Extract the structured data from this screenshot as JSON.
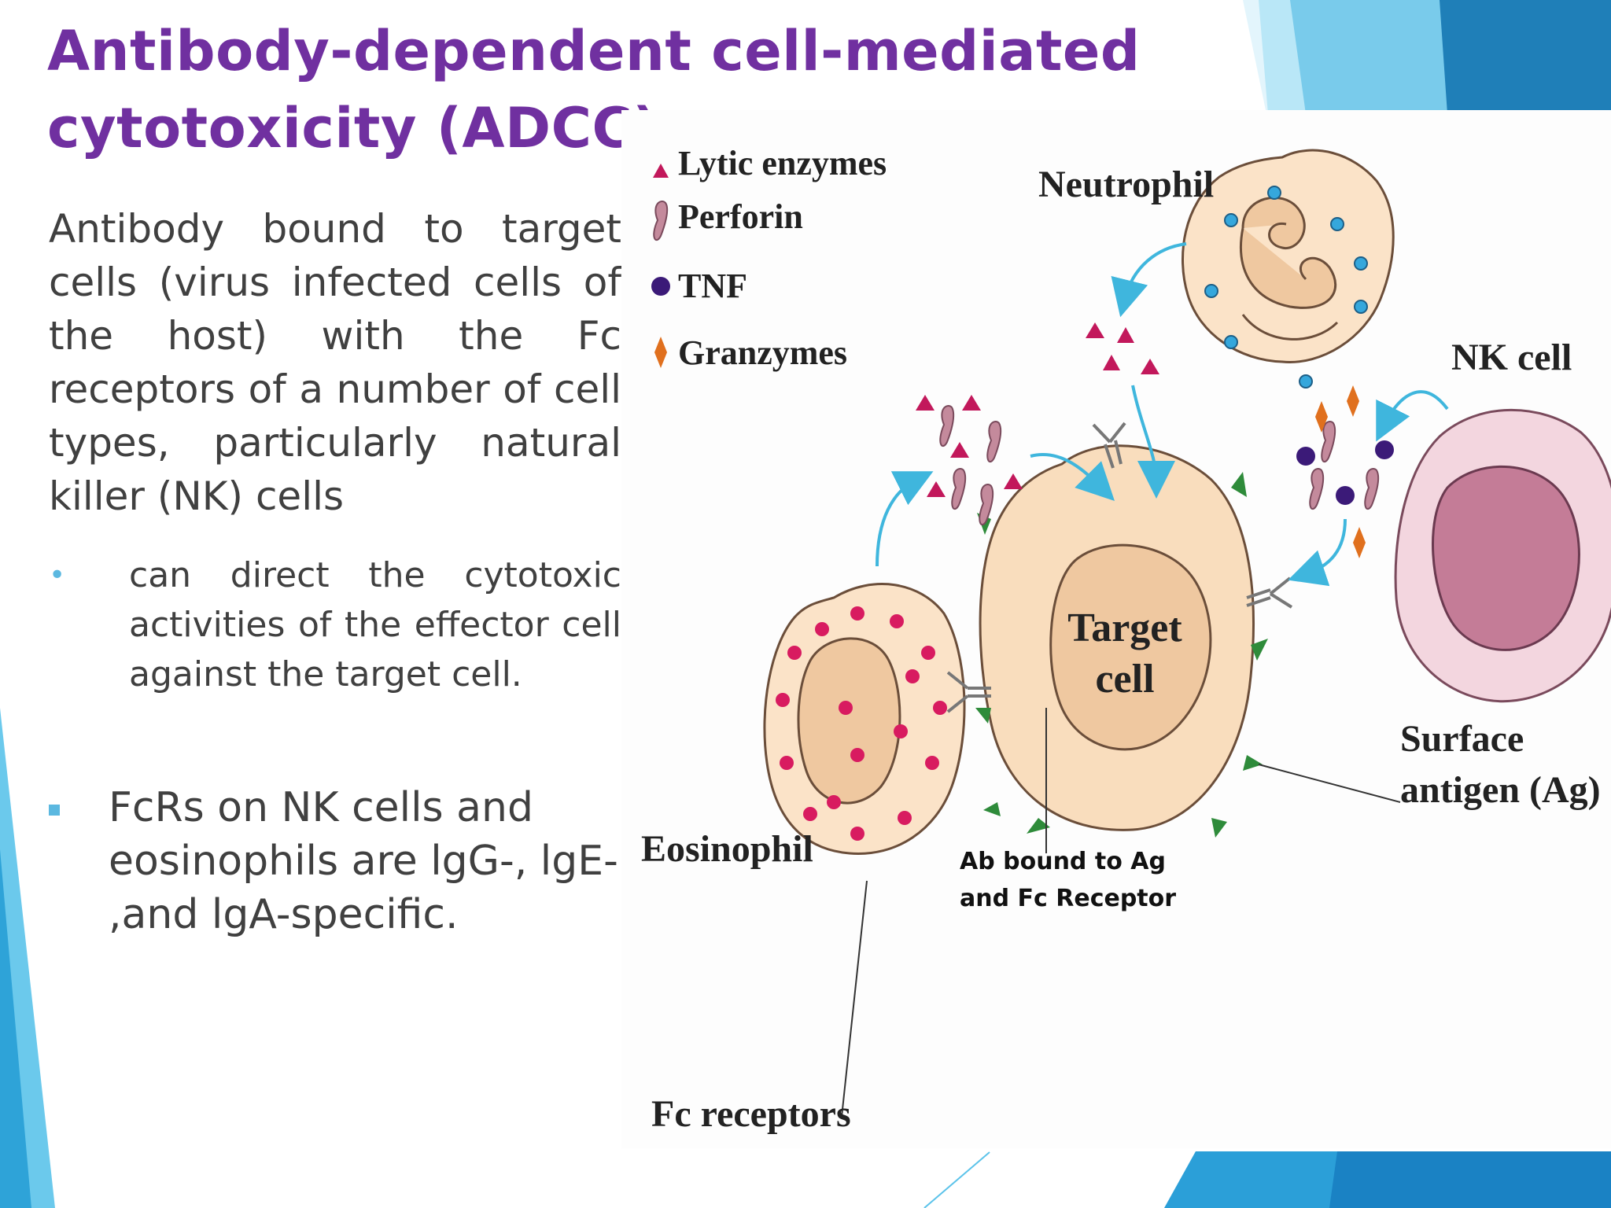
{
  "slide": {
    "title": "Antibody-dependent cell-mediated cytotoxicity (ADCC)",
    "paragraph": "Antibody bound to target cells (virus infected cells of the host) with the Fc receptors of a number of cell types, particularly natural killer (NK) cells",
    "sub_bullet": "can direct the cytotoxic activities of the effector cell against the target cell.",
    "main_bullet": "FcRs on NK cells and eosinophils are lgG-, lgE- ,and lgA-specific.",
    "colors": {
      "title": "#7030a0",
      "text": "#404040",
      "accent": "#5bb8e0"
    }
  },
  "diagram": {
    "legend": [
      {
        "label": "Lytic enzymes",
        "icon": "triangle-icon",
        "color": "#c2185b"
      },
      {
        "label": "Perforin",
        "icon": "perforin-icon",
        "color": "#c48a9c"
      },
      {
        "label": "TNF",
        "icon": "dot-icon",
        "color": "#3b1a78"
      },
      {
        "label": "Granzymes",
        "icon": "diamond-icon",
        "color": "#e0701e"
      }
    ],
    "labels": {
      "neutrophil": "Neutrophil",
      "nk_cell": "NK cell",
      "target_line1": "Target",
      "target_line2": "cell",
      "surface_line1": "Surface",
      "surface_line2": "antigen (Ag)",
      "eosinophil": "Eosinophil",
      "ab_line1": "Ab bound to Ag",
      "ab_line2": "and Fc Receptor",
      "fc_receptors": "Fc receptors"
    }
  }
}
